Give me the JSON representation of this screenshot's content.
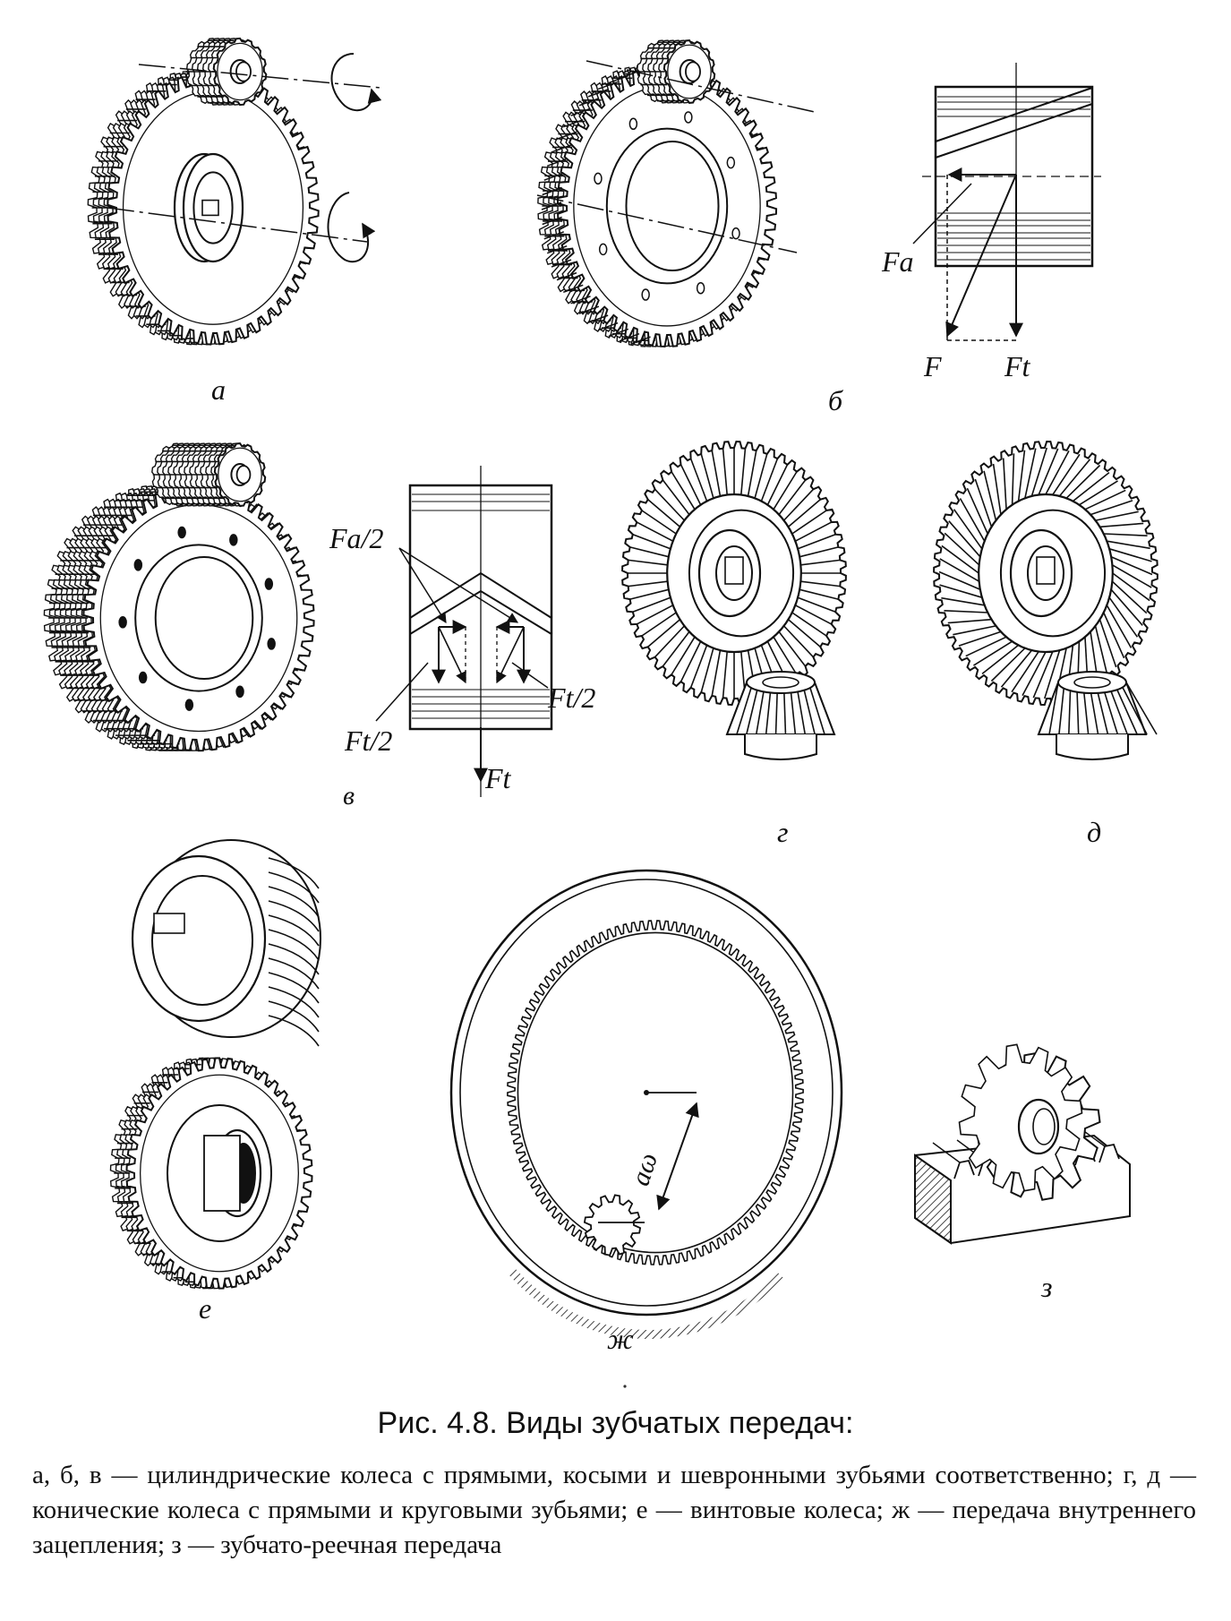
{
  "panels": {
    "a": "а",
    "b": "б",
    "v": "в",
    "g": "г",
    "d": "д",
    "e": "е",
    "zh": "ж",
    "z": "з"
  },
  "forces": {
    "Fa": "Fa",
    "F": "F",
    "Ft": "Ft",
    "Fa_half": "Fa/2",
    "Ft_half_right": "Ft/2",
    "Ft_half_left": "Ft/2",
    "Ft_chevron": "Ft",
    "a_omega": "aω"
  },
  "caption": {
    "title": "Рис. 4.8. Виды зубчатых передач:",
    "text": "а, б, в — цилиндрические колеса с прямыми, косыми и шевронными зубьями соответственно; г, д — конические колеса с прямыми и круговыми зубьями; е — винтовые колеса; ж — передача внутреннего зацепления; з — зубчато-реечная передача"
  }
}
